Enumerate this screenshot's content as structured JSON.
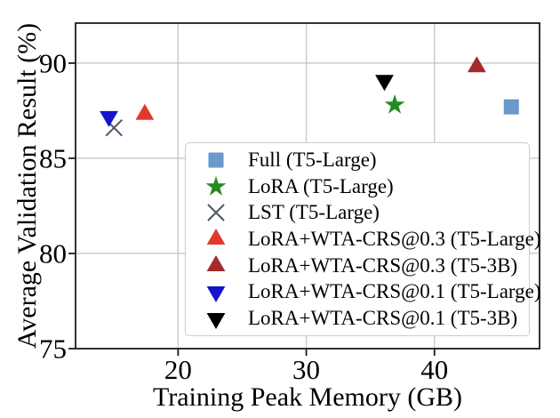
{
  "chart_data": {
    "type": "scatter",
    "title": "",
    "xlabel": "Training Peak Memory (GB)",
    "ylabel": "Average Validation Result (%)",
    "xlim": [
      12,
      48.2
    ],
    "ylim": [
      75,
      92.1
    ],
    "xticks": [
      "20",
      "30",
      "40"
    ],
    "yticks": [
      "75",
      "80",
      "85",
      "90"
    ],
    "grid": true,
    "legend_position": "lower right inside plot",
    "colors": {
      "spine": "#1c1c1c",
      "gridline": "#c9c9c9",
      "legend_border": "#cccccc"
    },
    "series": [
      {
        "name": "Full (T5-Large)",
        "marker": "square",
        "color": "#6B99C9",
        "points": [
          [
            46.0,
            87.7
          ]
        ]
      },
      {
        "name": "LoRA (T5-Large)",
        "marker": "star",
        "color": "#228B22",
        "points": [
          [
            36.9,
            87.8
          ]
        ]
      },
      {
        "name": "LST (T5-Large)",
        "marker": "x",
        "color": "#4A5568",
        "points": [
          [
            15.0,
            86.6
          ]
        ]
      },
      {
        "name": "LoRA+WTA-CRS@0.3 (T5-Large)",
        "marker": "triangle-up",
        "color": "#E0392E",
        "points": [
          [
            17.4,
            87.3
          ]
        ]
      },
      {
        "name": "LoRA+WTA-CRS@0.3 (T5-3B)",
        "marker": "triangle-up",
        "color": "#A52A2A",
        "points": [
          [
            43.3,
            89.8
          ]
        ]
      },
      {
        "name": "LoRA+WTA-CRS@0.1 (T5-Large)",
        "marker": "triangle-down",
        "color": "#1414CC",
        "points": [
          [
            14.6,
            87.2
          ]
        ]
      },
      {
        "name": "LoRA+WTA-CRS@0.1 (T5-3B)",
        "marker": "triangle-down",
        "color": "#000000",
        "points": [
          [
            36.1,
            89.1
          ]
        ]
      }
    ]
  }
}
